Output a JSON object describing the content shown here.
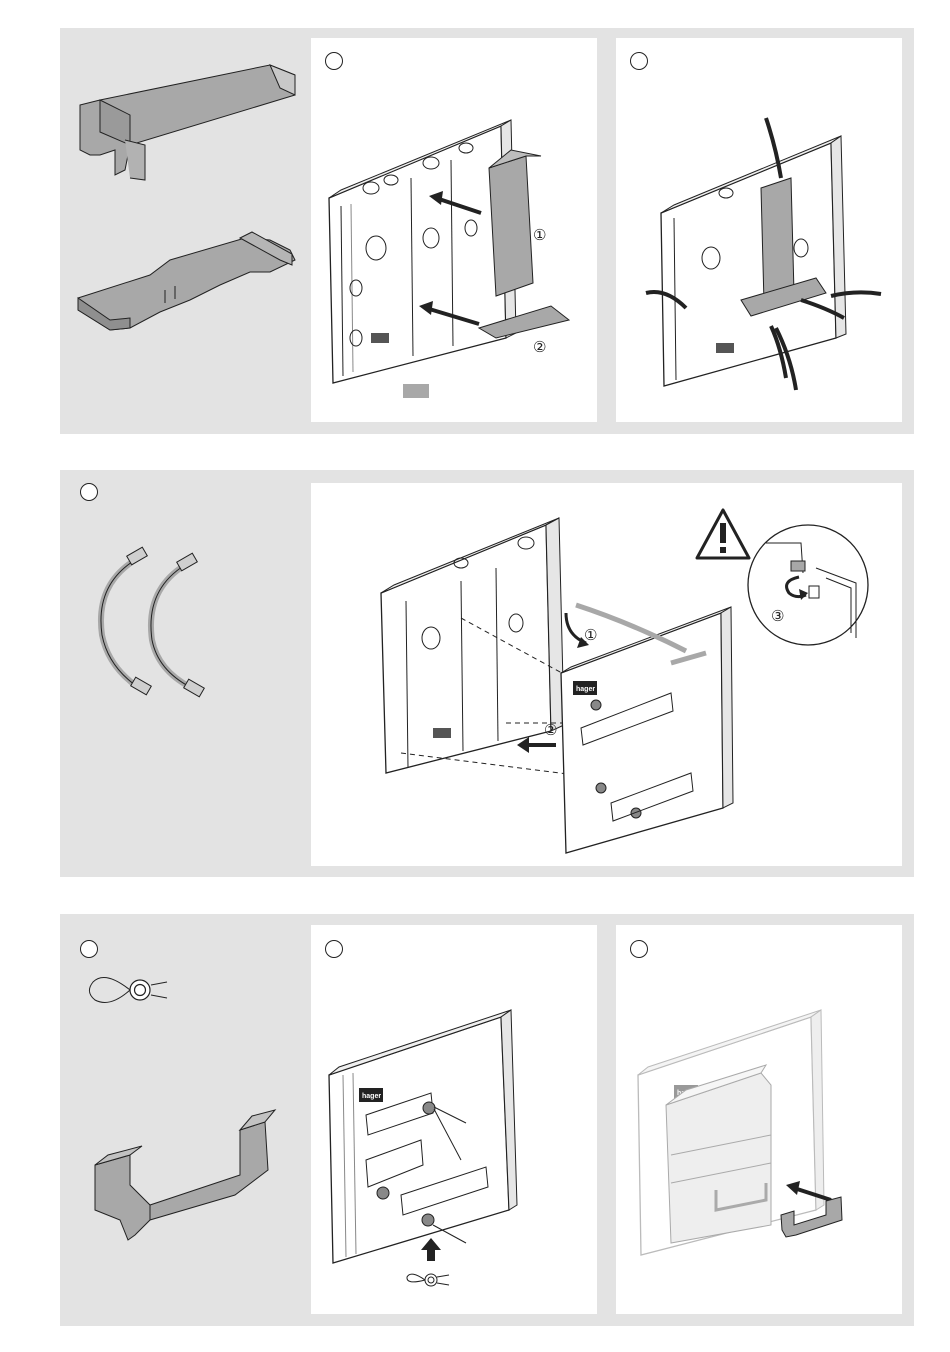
{
  "steps": {
    "step1_marker": "①",
    "step2_marker": "②",
    "step3_marker": "③"
  },
  "brand": {
    "logo_text": "hager"
  },
  "colors": {
    "band": "#e3e3e3",
    "panel": "#ffffff",
    "part_grey": "#a8a8a8",
    "line": "#222222"
  },
  "icons": [
    "warning-icon",
    "arrow-icon",
    "screw-ring-icon"
  ]
}
